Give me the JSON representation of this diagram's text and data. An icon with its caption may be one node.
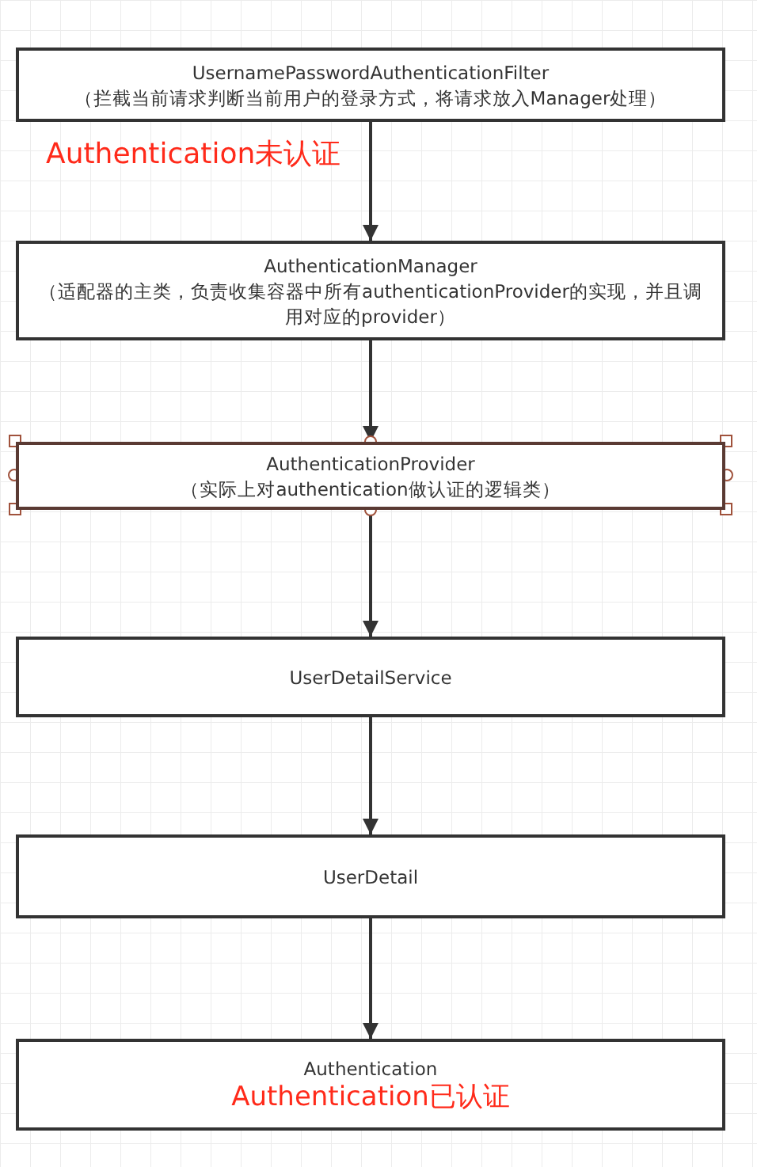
{
  "diagram": {
    "nodes": [
      {
        "text": [
          "UsernamePasswordAuthenticationFilter",
          "（拦截当前请求判断当前用户的登录方式，将请求放入Manager处理）"
        ]
      },
      {
        "text": [
          "AuthenticationManager",
          "（适配器的主类，负责收集容器中所有authenticationProvider的实现，并且调用对应的provider）"
        ]
      },
      {
        "text": [
          "AuthenticationProvider",
          "（实际上对authentication做认证的逻辑类）"
        ]
      },
      {
        "text": [
          "UserDetailService"
        ]
      },
      {
        "text": [
          "UserDetail"
        ]
      },
      {
        "text": [
          "Authentication",
          "Authentication已认证"
        ]
      }
    ],
    "edges": [
      {
        "from": 0,
        "to": 1,
        "arrow": "to",
        "label": "Authentication未认证"
      },
      {
        "from": 1,
        "to": 2,
        "arrow": "to"
      },
      {
        "from": 2,
        "to": 3,
        "arrow": "to"
      },
      {
        "from": 3,
        "to": 4,
        "arrow": "to"
      },
      {
        "from": 4,
        "to": 5,
        "arrow": "to"
      }
    ]
  }
}
